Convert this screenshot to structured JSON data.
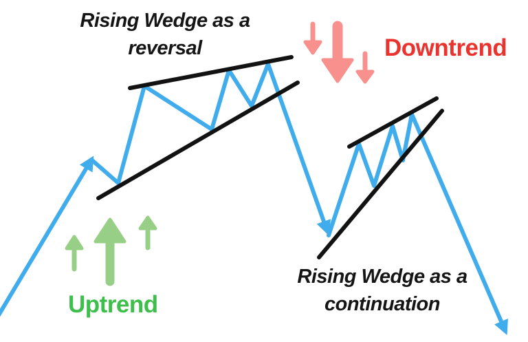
{
  "background": "#ffffff",
  "colors": {
    "blue": "#41ACEC",
    "black-line": "#121212",
    "title-text": "#151515",
    "downtrend-red": "#E9332E",
    "salmon": "#F8918E",
    "uptrend-green": "#3EBE4B",
    "light-green": "#98CF87",
    "background": "#ffffff"
  },
  "labels": {
    "reversal": {
      "line1": "Rising Wedge as a",
      "line2": "reversal"
    },
    "continuation": {
      "line1": "Rising Wedge as a",
      "line2": "continuation"
    },
    "uptrend": "Uptrend",
    "downtrend": "Downtrend"
  },
  "diagram": {
    "type": "technical-analysis-pattern-diagram",
    "patterns": [
      {
        "name": "Rising Wedge as a reversal",
        "preceding_trend": "Uptrend",
        "price_direction_after": "down"
      },
      {
        "name": "Rising Wedge as a continuation",
        "preceding_trend": "Downtrend",
        "price_direction_after": "down"
      }
    ],
    "icons": [
      "uptrend-arrows-icon",
      "downtrend-arrows-icon",
      "price-arrowheads"
    ]
  }
}
